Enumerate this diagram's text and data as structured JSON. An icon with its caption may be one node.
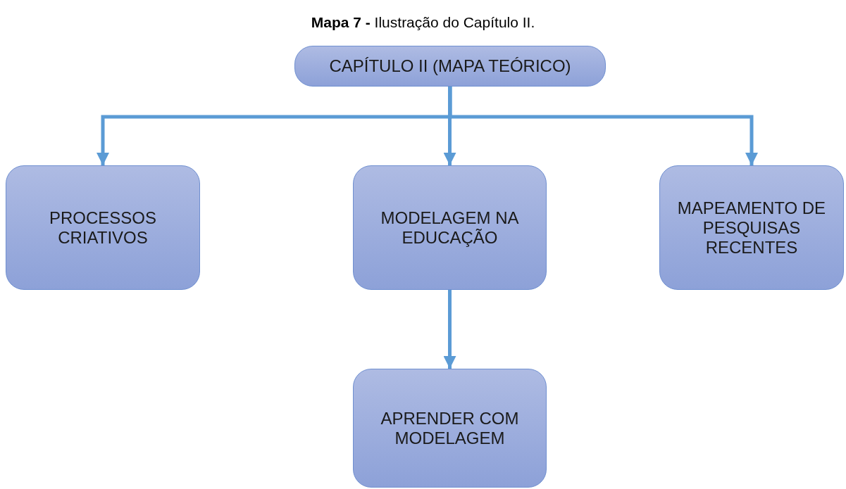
{
  "diagram": {
    "title": "**Mapa 7 -** Ilustração do Capítulo II.",
    "nodes": [
      {
        "text": [
          "CAPÍTULO II (MAPA TEÓRICO)"
        ]
      },
      {
        "text": [
          "PROCESSOS CRIATIVOS"
        ]
      },
      {
        "text": [
          "MODELAGEM NA EDUCAÇÃO"
        ]
      },
      {
        "text": [
          "MAPEAMENTO DE PESQUISAS RECENTES"
        ]
      },
      {
        "text": [
          "APRENDER COM MODELAGEM"
        ]
      }
    ],
    "edges": [
      {
        "from": 0,
        "to": 1,
        "arrow": "to"
      },
      {
        "from": 0,
        "to": 2,
        "arrow": "to"
      },
      {
        "from": 0,
        "to": 3,
        "arrow": "to"
      },
      {
        "from": 2,
        "to": 4,
        "arrow": "to"
      }
    ]
  }
}
